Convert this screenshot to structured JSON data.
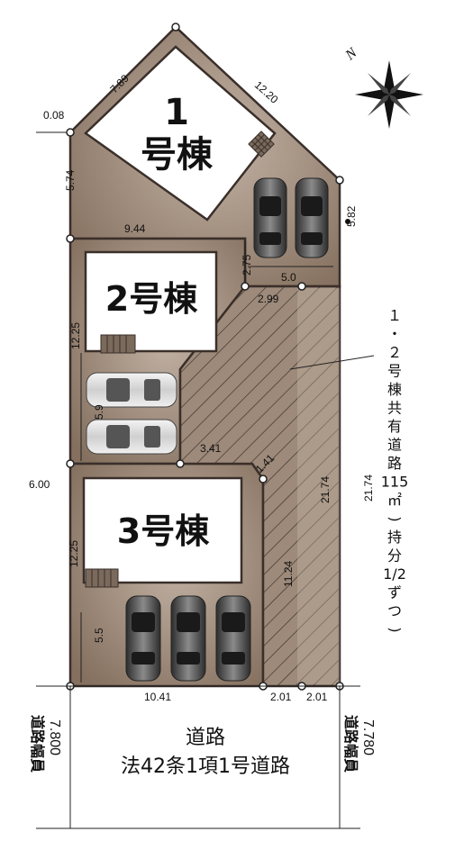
{
  "buildings": {
    "b1_number": "1",
    "b1_name": "号棟",
    "b2_name": "2号棟",
    "b3_name": "3号棟"
  },
  "shared_road": {
    "lines": [
      "１",
      "・",
      "２",
      "号",
      "棟",
      "共",
      "有",
      "道",
      "路",
      "115",
      "㎡",
      ")",
      "持",
      "分",
      "1/2",
      "ず",
      "つ",
      ")"
    ],
    "text": "1・2号棟共有道路 115㎡（持分1/2ずつ）"
  },
  "front_road": {
    "name": "道路",
    "type": "法42条1項1号道路",
    "width_label": "道路幅員",
    "width_left": "7.800",
    "width_right": "7.780"
  },
  "compass": {
    "north": "N"
  },
  "dimensions": {
    "d_0_08": "0.08",
    "d_7_89": "7.89",
    "d_12_20": "12.20",
    "d_5_74": "5.74",
    "d_9_44": "9.44",
    "d_5_82": "5.82",
    "d_2_75": "2.75",
    "d_5_0": "5.0",
    "d_2_99": "2.99",
    "d_12_25_a": "12.25",
    "d_5_9": "5.9",
    "d_3_41": "3.41",
    "d_1_41": "1.41",
    "d_21_74_a": "21.74",
    "d_21_74_b": "21.74",
    "d_6_00": "6.00",
    "d_12_25_b": "12.25",
    "d_11_24": "11.24",
    "d_5_5": "5.5",
    "d_10_41": "10.41",
    "d_2_01_a": "2.01",
    "d_2_01_b": "2.01"
  },
  "colors": {
    "lot_fill": "#8f7b6a",
    "lot_light": "#b7a596",
    "boundary": "#3a2f2a",
    "building_fill": "#ffffff",
    "hatch": "#3a2f2a",
    "car_body": "#5a5a5a",
    "car_light": "#e6e6e6"
  }
}
